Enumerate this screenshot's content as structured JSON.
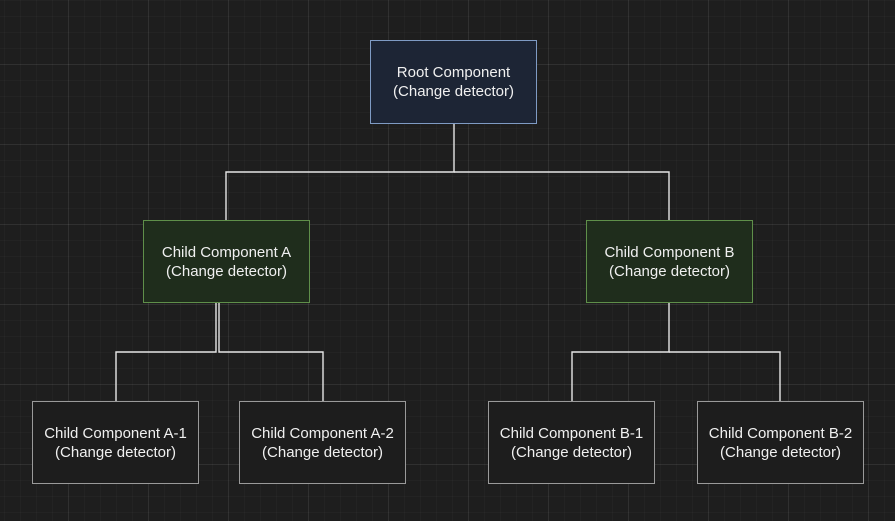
{
  "nodes": {
    "root": {
      "title": "Root Component",
      "subtitle": "(Change detector)"
    },
    "a": {
      "title": "Child Component A",
      "subtitle": "(Change detector)"
    },
    "b": {
      "title": "Child Component B",
      "subtitle": "(Change detector)"
    },
    "a1": {
      "title": "Child Component A-1",
      "subtitle": "(Change detector)"
    },
    "a2": {
      "title": "Child Component A-2",
      "subtitle": "(Change detector)"
    },
    "b1": {
      "title": "Child Component B-1",
      "subtitle": "(Change detector)"
    },
    "b2": {
      "title": "Child Component B-2",
      "subtitle": "(Change detector)"
    }
  },
  "colors": {
    "background": "#1e1e1e",
    "connector": "#e6e6e6",
    "root_fill": "#1d2535",
    "root_border": "#7f9bc4",
    "mid_fill": "#1f2d1c",
    "mid_border": "#5f8f4a",
    "leaf_fill": "#1d1d1d",
    "leaf_border": "#9a9a9a"
  }
}
